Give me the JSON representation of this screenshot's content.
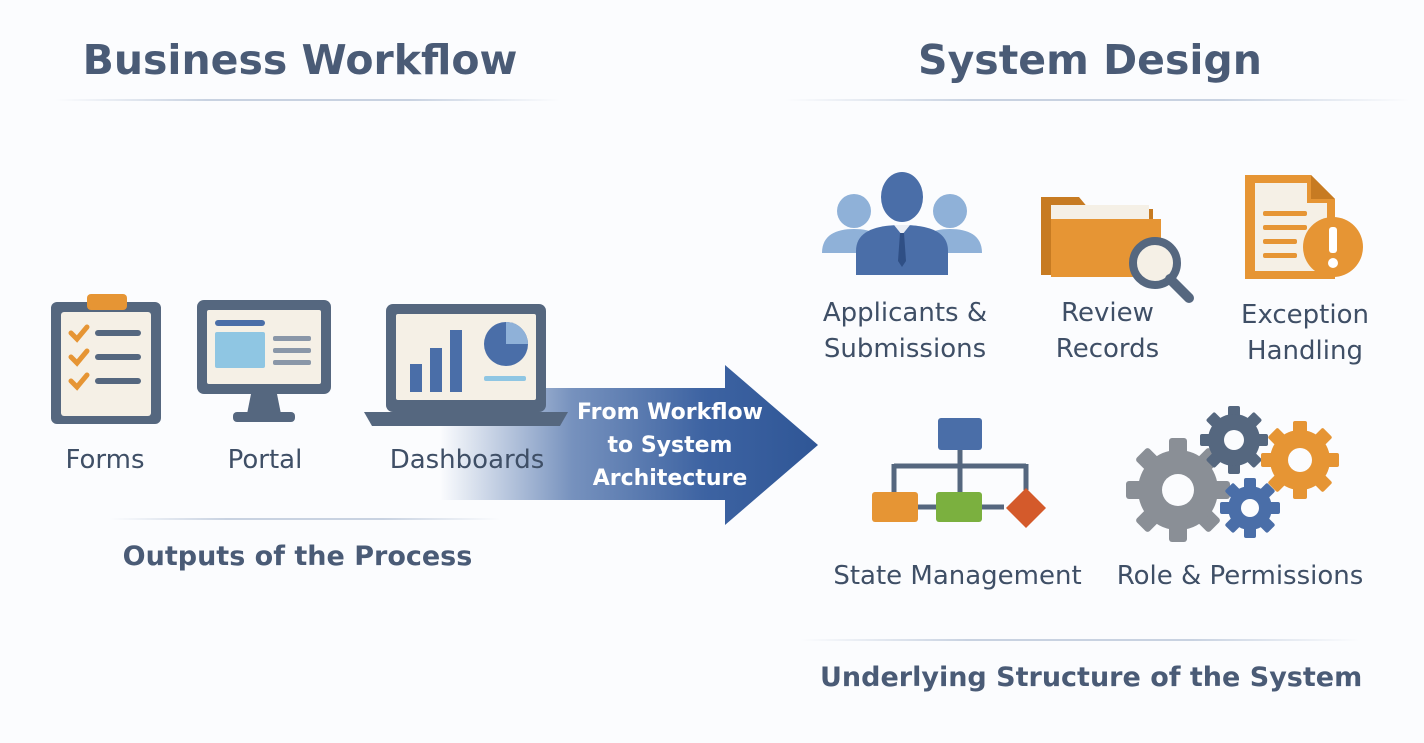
{
  "left": {
    "title": "Business Workflow",
    "items": [
      {
        "label": "Forms",
        "icon": "clipboard-checklist-icon"
      },
      {
        "label": "Portal",
        "icon": "desktop-monitor-icon"
      },
      {
        "label": "Dashboards",
        "icon": "laptop-chart-icon"
      }
    ],
    "caption": "Outputs of the Process"
  },
  "arrow": {
    "lines": [
      "From Workflow",
      "to System",
      "Architecture"
    ]
  },
  "right": {
    "title": "System Design",
    "top_items": [
      {
        "lines": [
          "Applicants &",
          "Submissions"
        ],
        "icon": "people-group-icon"
      },
      {
        "lines": [
          "Review",
          "Records"
        ],
        "icon": "folder-search-icon"
      },
      {
        "lines": [
          "Exception",
          "Handling"
        ],
        "icon": "document-alert-icon"
      }
    ],
    "bottom_items": [
      {
        "label": "State Management",
        "icon": "flowchart-icon"
      },
      {
        "label": "Role & Permissions",
        "icon": "gears-icon"
      }
    ],
    "caption": "Underlying Structure of the System"
  },
  "colors": {
    "primary_blue": "#4a6ea8",
    "light_blue": "#8fb1d8",
    "slate": "#55677f",
    "orange": "#e69534",
    "green": "#7bb03f",
    "red": "#d45a2b"
  }
}
